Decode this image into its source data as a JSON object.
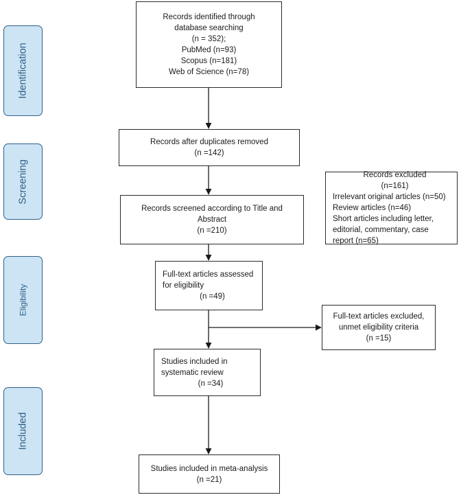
{
  "phases": {
    "identification": "Identification",
    "screening": "Screening",
    "eligibility": "Eligibility",
    "included": "Included"
  },
  "boxes": {
    "identified": {
      "lines": [
        "Records identified through",
        "database searching",
        "(n = 352);",
        "PubMed (n=93)",
        "Scopus (n=181)",
        "Web of Science (n=78)"
      ]
    },
    "duplicates_removed": {
      "lines": [
        "Records after duplicates removed",
        "(n =142)"
      ]
    },
    "screened": {
      "lines": [
        "Records screened according to Title and",
        "Abstract",
        "(n =210)"
      ]
    },
    "records_excluded": {
      "lines": [
        "Records excluded",
        "(n=161)",
        "Irrelevant original articles (n=50)",
        "Review articles (n=46)",
        "Short articles including letter,",
        "editorial, commentary, case",
        "report (n=65)"
      ]
    },
    "fulltext_assessed": {
      "lines": [
        "Full-text articles assessed",
        "for eligibility",
        "(n =49)"
      ]
    },
    "fulltext_excluded": {
      "lines": [
        "Full-text articles excluded,",
        "unmet eligibility criteria",
        "(n =15)"
      ]
    },
    "systematic_review": {
      "lines": [
        "Studies included in",
        "systematic review",
        "(n =34)"
      ]
    },
    "meta_analysis": {
      "lines": [
        "Studies included in meta-analysis",
        "(n =21)"
      ]
    }
  }
}
